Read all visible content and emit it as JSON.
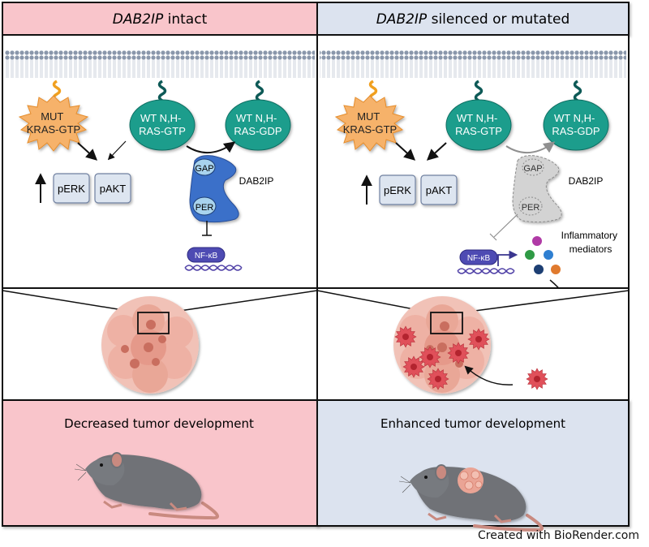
{
  "panels": [
    {
      "id": "intact",
      "header": {
        "title_italic": "DAB2IP",
        "title_rest": " intact"
      },
      "header_color": "#f9c5cb",
      "bottom_color": "#f9c5cb",
      "mut_kras": {
        "line1": "MUT",
        "line2": "KRAS-GTP"
      },
      "ras_gtp": {
        "line1": "WT N,H-",
        "line2": "RAS-GTP"
      },
      "ras_gdp": {
        "line1": "WT N,H-",
        "line2": "RAS-GDP"
      },
      "perk": "pERK",
      "pakt": "pAKT",
      "dab2ip_label": "DAB2IP",
      "gap": "GAP",
      "per": "PER",
      "nfkb": "NF-κB",
      "dab2ip_state": "active",
      "outcome": "Decreased tumor development"
    },
    {
      "id": "silenced",
      "header": {
        "title_italic": "DAB2IP",
        "title_rest": " silenced or mutated"
      },
      "header_color": "#dce3ef",
      "bottom_color": "#dce3ef",
      "mut_kras": {
        "line1": "MUT",
        "line2": "KRAS-GTP"
      },
      "ras_gtp": {
        "line1": "WT N,H-",
        "line2": "RAS-GTP"
      },
      "ras_gdp": {
        "line1": "WT N,H-",
        "line2": "RAS-GDP"
      },
      "perk": "pERK",
      "pakt": "pAKT",
      "dab2ip_label": "DAB2IP",
      "gap": "GAP",
      "per": "PER",
      "nfkb": "NF-κB",
      "dab2ip_state": "lost",
      "inflammatory_label_1": "Inflammatory",
      "inflammatory_label_2": "mediators",
      "mediator_colors": [
        "#b03aa6",
        "#2f9a45",
        "#2f7fd1",
        "#1d3f73",
        "#e07a2e"
      ],
      "outcome": "Enhanced tumor development"
    }
  ],
  "colors": {
    "ras_teal": "#1f9d8c",
    "ras_tail": "#0e5a57",
    "kras_orange": "#f6b26b",
    "kras_tail": "#f0a020",
    "dab2ip_blue": "#3b6fc9",
    "dab2ip_lost": "#d3d3d3",
    "nfkb_purple": "#4e4bb3",
    "kinase_box": "#dde5f0",
    "membrane": "#8a97ab",
    "tumor_pink": "#eaa495",
    "tumor_red": "#d8434d",
    "mouse_gray": "#6f7277",
    "mouse_pink": "#c98a80"
  },
  "credit": "Created with BioRender.com"
}
